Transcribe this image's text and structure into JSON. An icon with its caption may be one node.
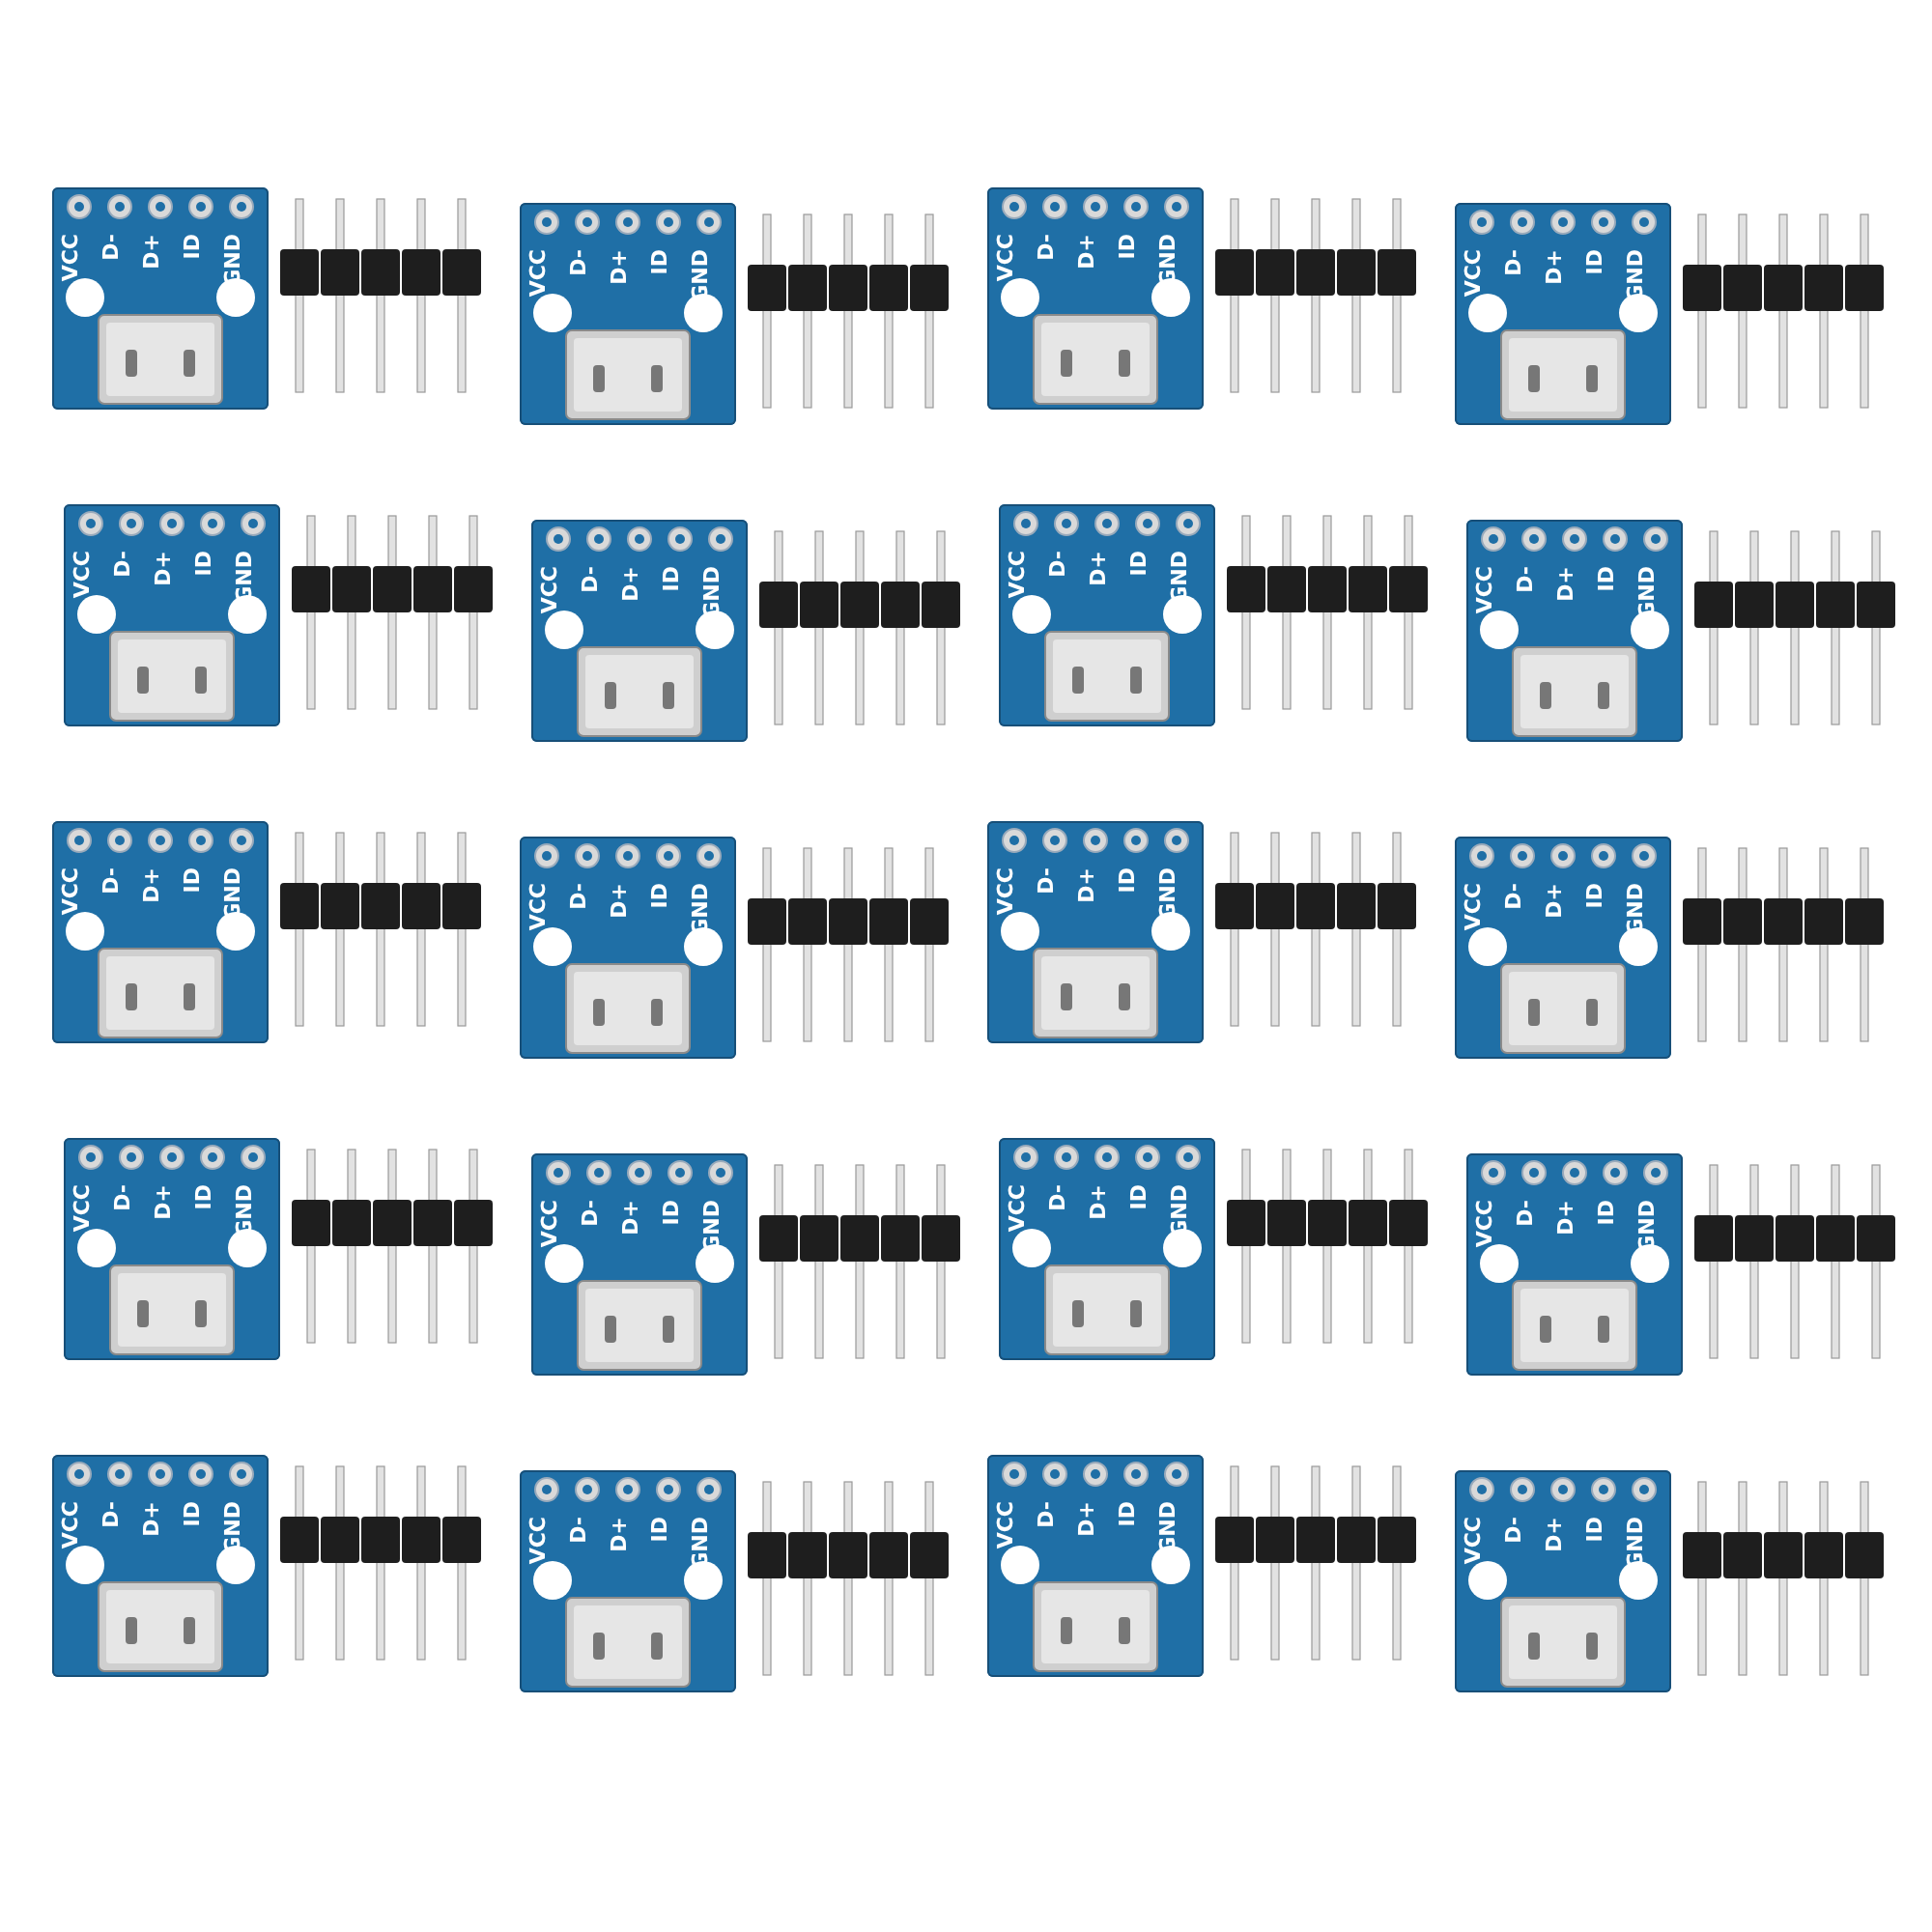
{
  "diagram": {
    "nodes": [
      {
        "text": [
          "VCC",
          "D-",
          "D+",
          "ID",
          "GND"
        ]
      },
      {
        "text": [
          "VCC",
          "D-",
          "D+",
          "ID",
          "GND"
        ]
      },
      {
        "text": [
          "VCC",
          "D-",
          "D+",
          "ID",
          "GND"
        ]
      },
      {
        "text": [
          "VCC",
          "D-",
          "D+",
          "ID",
          "GND"
        ]
      },
      {
        "text": [
          "VCC",
          "D-",
          "D+",
          "ID",
          "GND"
        ]
      },
      {
        "text": [
          "VCC",
          "D-",
          "D+",
          "ID",
          "GND"
        ]
      },
      {
        "text": [
          "VCC",
          "D-",
          "D+",
          "ID",
          "GND"
        ]
      },
      {
        "text": [
          "VCC",
          "D-",
          "D+",
          "ID",
          "GND"
        ]
      },
      {
        "text": [
          "VCC",
          "D-",
          "D+",
          "ID",
          "GND"
        ]
      },
      {
        "text": [
          "VCC",
          "D-",
          "D+",
          "ID",
          "GND"
        ]
      },
      {
        "text": [
          "VCC",
          "D-",
          "D+",
          "ID",
          "GND"
        ]
      },
      {
        "text": [
          "VCC",
          "D-",
          "D+",
          "ID",
          "GND"
        ]
      },
      {
        "text": [
          "VCC",
          "D-",
          "D+",
          "ID",
          "GND"
        ]
      },
      {
        "text": [
          "VCC",
          "D-",
          "D+",
          "ID",
          "GND"
        ]
      },
      {
        "text": [
          "VCC",
          "D-",
          "D+",
          "ID",
          "GND"
        ]
      },
      {
        "text": [
          "VCC",
          "D-",
          "D+",
          "ID",
          "GND"
        ]
      },
      {
        "text": [
          "VCC",
          "D-",
          "D+",
          "ID",
          "GND"
        ]
      },
      {
        "text": [
          "VCC",
          "D-",
          "D+",
          "ID",
          "GND"
        ]
      },
      {
        "text": [
          "VCC",
          "D-",
          "D+",
          "ID",
          "GND"
        ]
      },
      {
        "text": [
          "VCC",
          "D-",
          "D+",
          "ID",
          "GND"
        ]
      }
    ]
  }
}
